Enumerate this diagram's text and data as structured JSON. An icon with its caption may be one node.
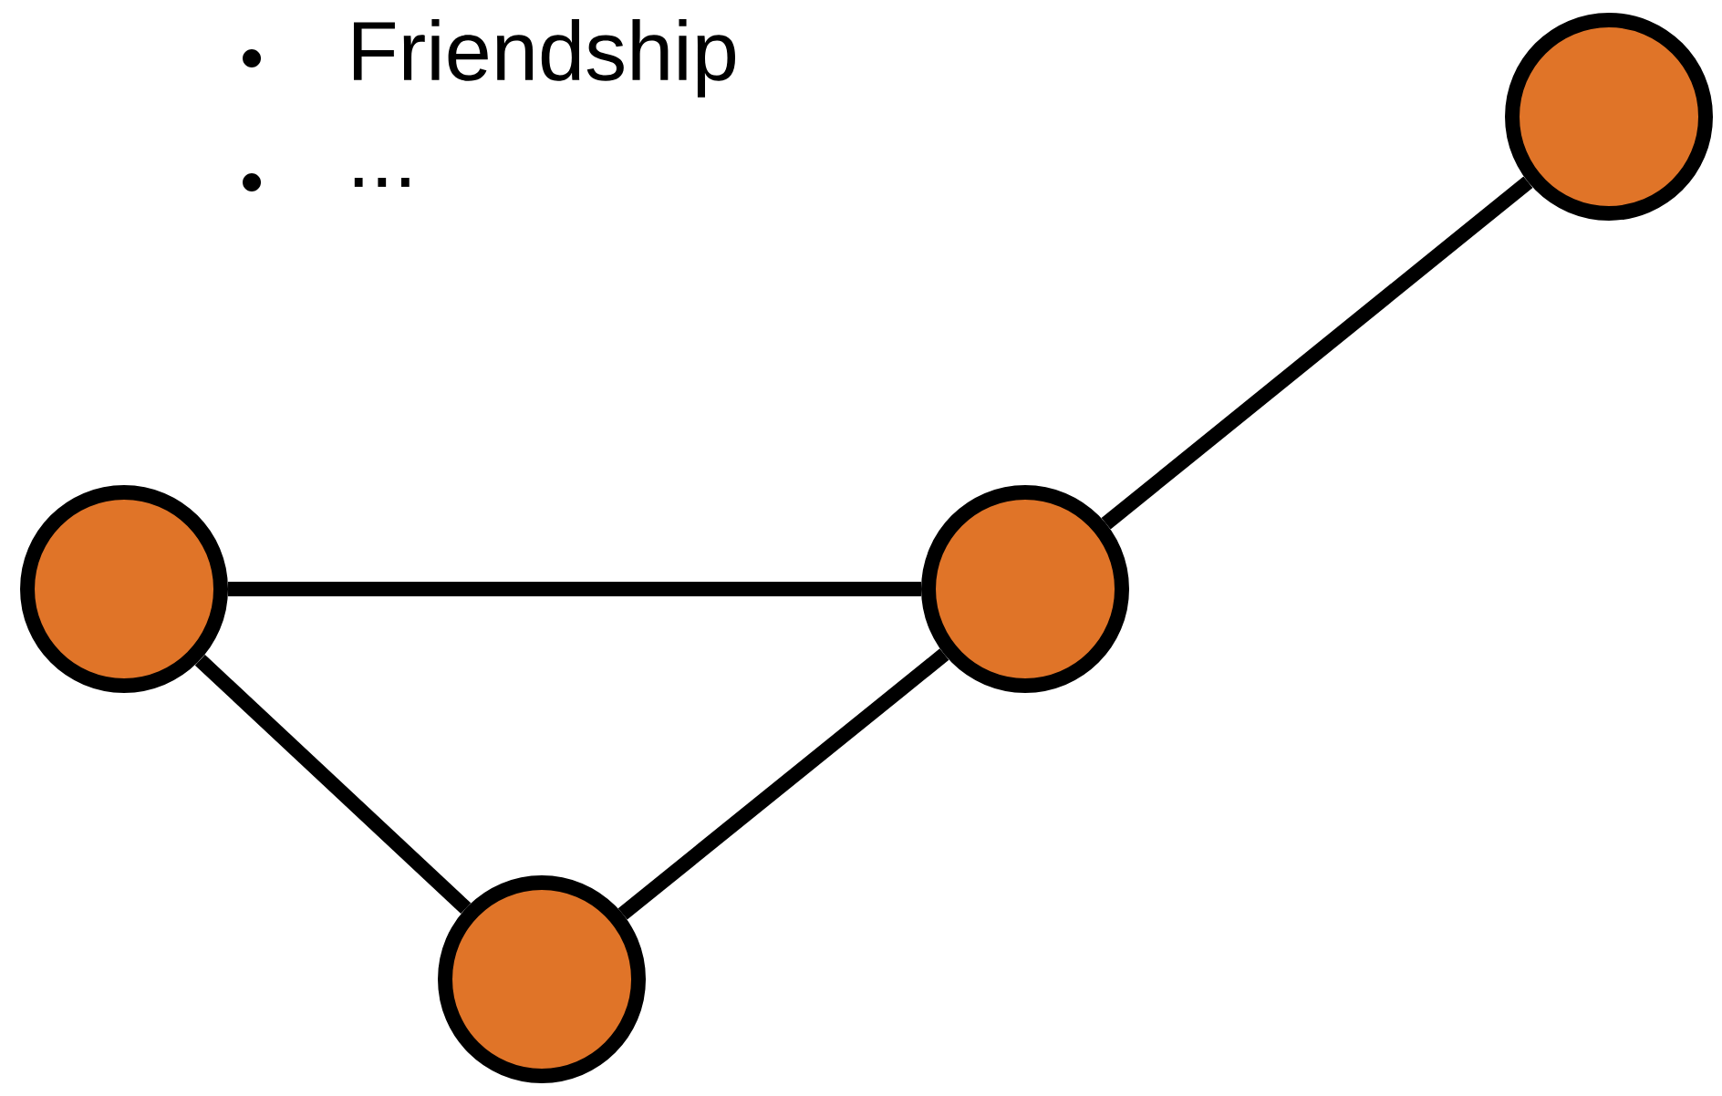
{
  "diagram": {
    "nodes": [
      {
        "text": [],
        "shape": "circle"
      },
      {
        "text": [],
        "shape": "circle"
      },
      {
        "text": [],
        "shape": "circle"
      },
      {
        "text": [],
        "shape": "circle"
      }
    ],
    "edges": [
      {
        "from": 0,
        "to": 2,
        "arrow": "none"
      },
      {
        "from": 0,
        "to": 1,
        "arrow": "none"
      },
      {
        "from": 1,
        "to": 2,
        "arrow": "none"
      },
      {
        "from": 2,
        "to": 3,
        "arrow": "none"
      }
    ],
    "labels": [
      "Friendship",
      "..."
    ]
  }
}
